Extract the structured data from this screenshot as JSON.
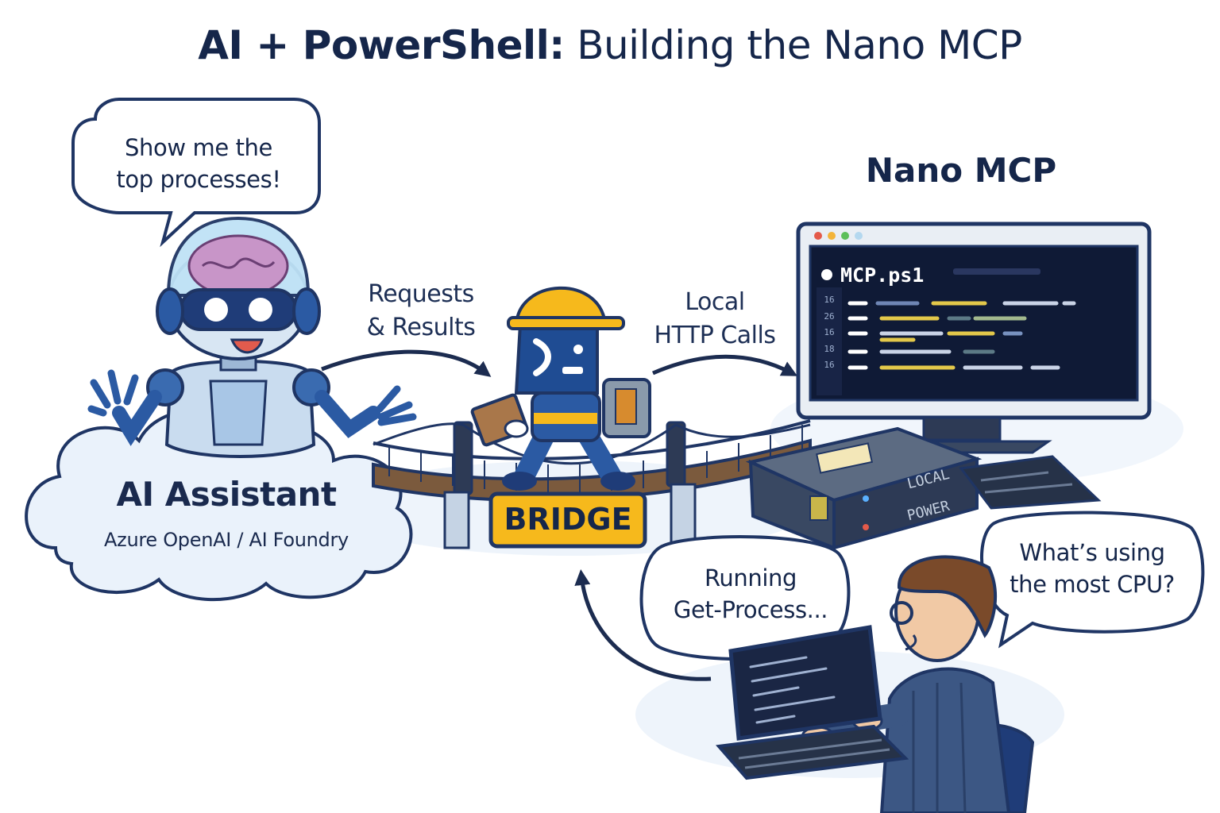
{
  "title": {
    "bold": "AI + PowerShell:",
    "rest": "Building the Nano MCP"
  },
  "assistant": {
    "speech": [
      "Show me the",
      "top processes!"
    ],
    "name": "AI Assistant",
    "subtitle": "Azure OpenAI / AI Foundry"
  },
  "arrows": {
    "requests": [
      "Requests",
      "& Results"
    ],
    "local_http": [
      "Local",
      "HTTP Calls"
    ]
  },
  "bridge": {
    "sign": "BRIDGE"
  },
  "server": {
    "title": "Nano MCP",
    "file": "MCP.ps1",
    "line_numbers": [
      "16",
      "26",
      "16",
      "18",
      "16"
    ],
    "box_labels": [
      "LOCAL",
      "POWER"
    ]
  },
  "user": {
    "running": [
      "Running",
      "Get-Process..."
    ],
    "question": [
      "What’s using",
      "the most CPU?"
    ]
  },
  "colors": {
    "navy": "#15264a",
    "accent_blue": "#2b5aa3",
    "cloud": "#eaf2fb",
    "sign_yellow": "#f6b91c",
    "terminal": "#0f1a36"
  }
}
